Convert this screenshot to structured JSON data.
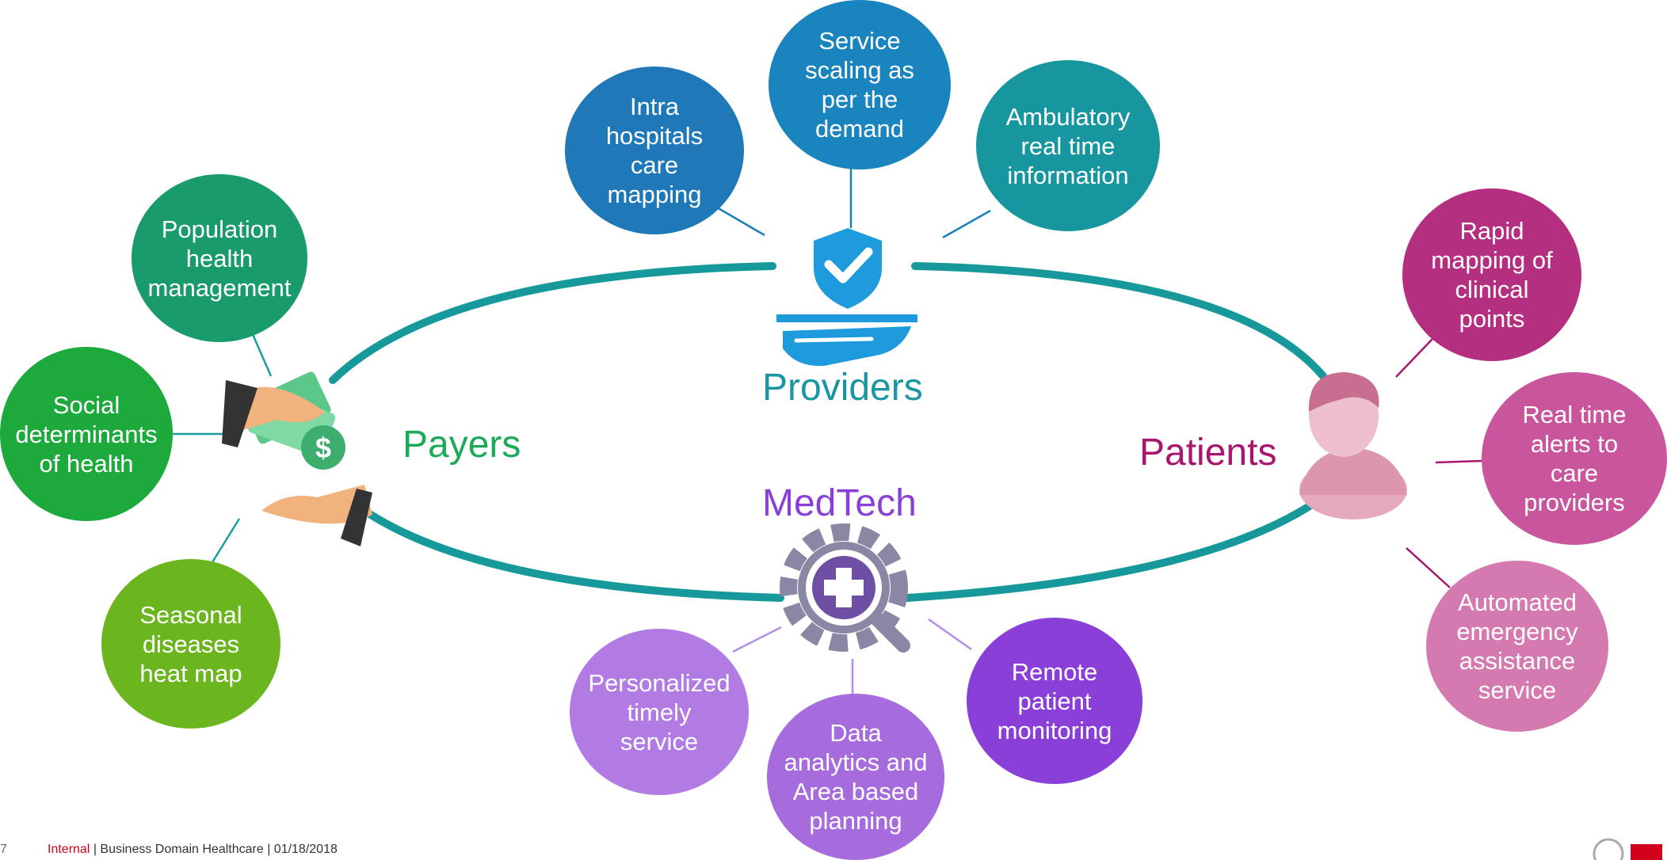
{
  "groups": {
    "payers": "Payers",
    "providers": "Providers",
    "patients": "Patients",
    "medtech": "MedTech"
  },
  "payers_items": [
    "Population\nhealth\nmanagement",
    "Social\ndeterminants\nof health",
    "Seasonal\ndiseases\nheat map"
  ],
  "providers_items": [
    "Intra\nhospitals\ncare\nmapping",
    "Service\nscaling as\nper the\ndemand",
    "Ambulatory\nreal time\ninformation"
  ],
  "patients_items": [
    "Rapid\nmapping of\nclinical\npoints",
    "Real time\nalerts to\ncare\nproviders",
    "Automated\nemergency\nassistance\nservice"
  ],
  "medtech_items": [
    "Personalized\ntimely\nservice",
    "Data\nanalytics and\nArea based\nplanning",
    "Remote\npatient\nmonitoring"
  ],
  "footer": {
    "page": "7",
    "classification": "Internal",
    "text": " | Business Domain Healthcare | 01/18/2018"
  },
  "colors": {
    "ring": "#17999c",
    "payers": "#1aaa5a",
    "providers": "#1a96a2",
    "patients": "#a8166e",
    "medtech": "#8a3fd8"
  }
}
